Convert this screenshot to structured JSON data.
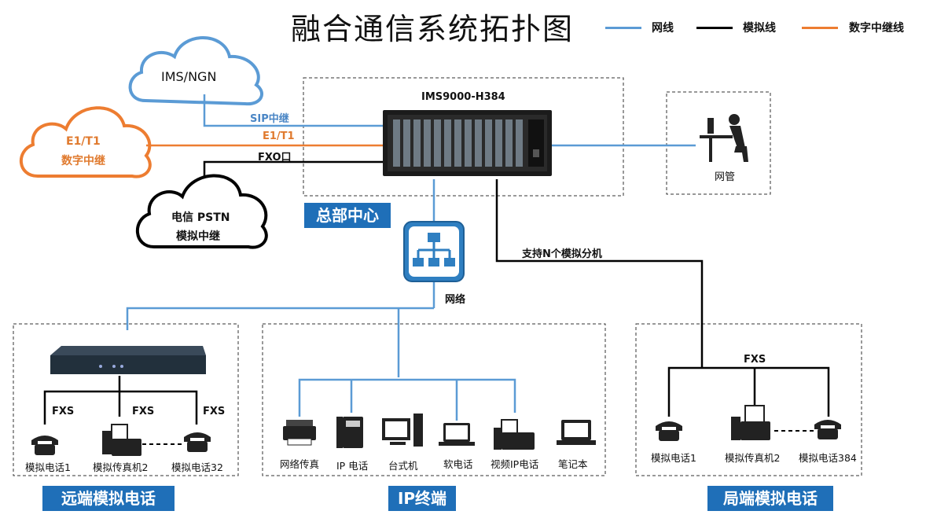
{
  "title": "融合通信系统拓扑图",
  "legend": [
    {
      "label": "网线",
      "color": "#5b9bd5"
    },
    {
      "label": "模拟线",
      "color": "#000000"
    },
    {
      "label": "数字中继线",
      "color": "#ed7d31"
    }
  ],
  "clouds": {
    "ims": "IMS/NGN",
    "e1_line1": "E1/T1",
    "e1_line2": "数字中继",
    "pstn_line1": "电信 PSTN",
    "pstn_line2": "模拟中继"
  },
  "links": {
    "sip": "SIP中继",
    "e1": "E1/T1",
    "fxo": "FXO口",
    "network": "网络",
    "analog_support": "支持N个模拟分机"
  },
  "hq": {
    "device": "IMS9000-H384",
    "banner": "总部中心",
    "mgmt": "网管"
  },
  "remote": {
    "banner": "远端模拟电话",
    "fxs": [
      "FXS",
      "FXS",
      "FXS"
    ],
    "devices": [
      "模拟电话1",
      "模拟传真机2",
      "模拟电话32"
    ]
  },
  "ip": {
    "banner": "IP终端",
    "devices": [
      "网络传真",
      "IP 电话",
      "台式机",
      "软电话",
      "视频IP电话",
      "笔记本"
    ]
  },
  "local": {
    "banner": "局端模拟电话",
    "fxs": "FXS",
    "devices": [
      "模拟电话1",
      "模拟传真机2",
      "模拟电话384"
    ]
  }
}
